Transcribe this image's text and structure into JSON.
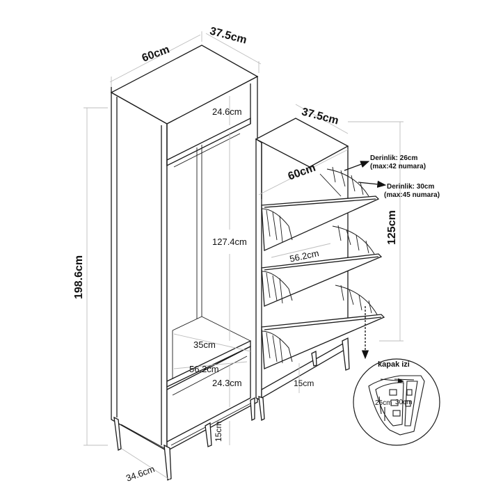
{
  "colors": {
    "line": "#1a1a1a",
    "dim_line": "#bdbdbd",
    "white": "#ffffff",
    "accent": "#111111"
  },
  "icons": {
    "arrow": "arrow-icon",
    "flap": "shoe-flap-icon"
  },
  "wardrobe": {
    "width": "60cm",
    "depth": "37.5cm",
    "height": "198.6cm",
    "top_shelf": "24.6cm",
    "hanging_space": "127.4cm",
    "lower_depth": "35cm",
    "inner_width": "56.2cm",
    "drawer_height": "24.3cm",
    "leg_height": "15cm",
    "base_depth": "34.6cm"
  },
  "shoe_cabinet": {
    "depth": "37.5cm",
    "width": "60cm",
    "height": "125cm",
    "inner_width": "56.2cm",
    "leg_height": "15cm",
    "depth_note_1": "Derinlik: 26cm",
    "depth_note_1_sub": "(max:42 numara)",
    "depth_note_2": "Derinlik: 30cm",
    "depth_note_2_sub": "(max:45 numara)"
  },
  "flap_detail": {
    "label": "kapak izi",
    "depth_small": "26cm",
    "depth_large": "30cm"
  }
}
